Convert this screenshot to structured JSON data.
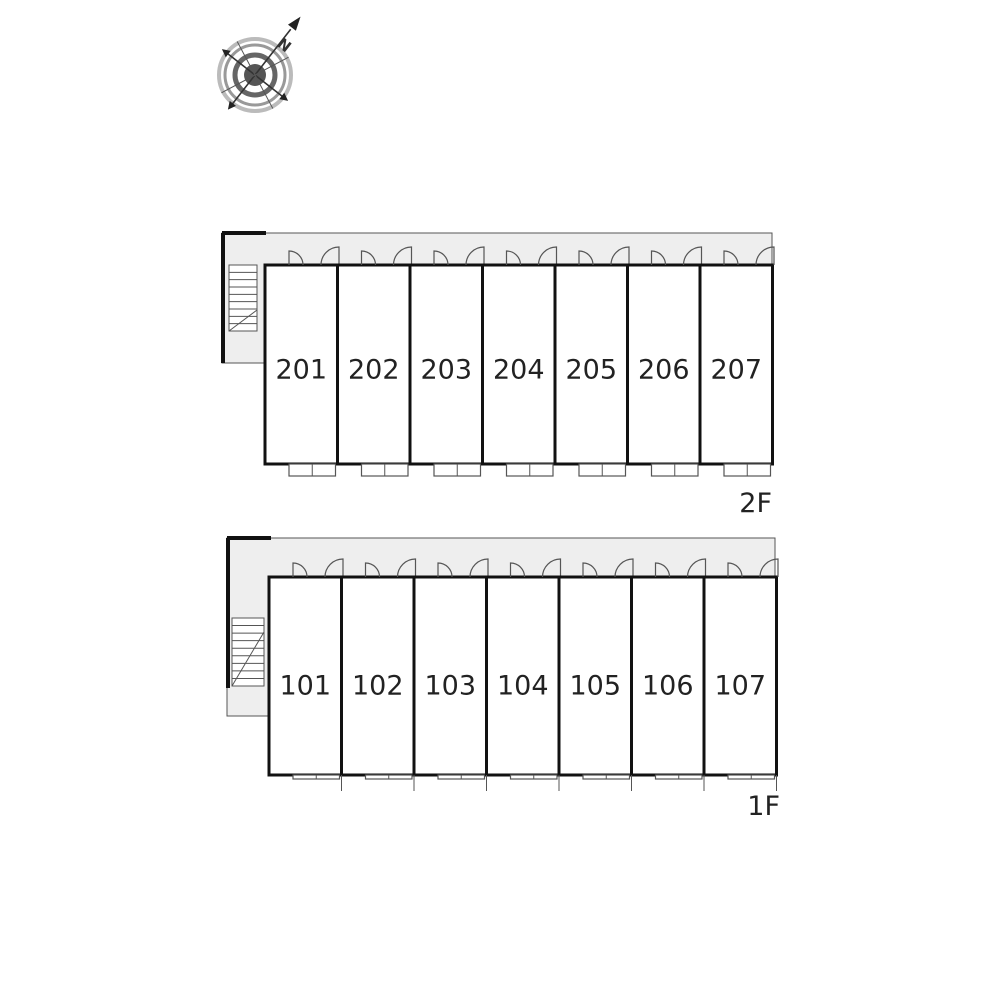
{
  "compass": {
    "north_label": "N",
    "icon": "compass-rose-icon"
  },
  "floors": [
    {
      "label": "2F",
      "units": [
        "201",
        "202",
        "203",
        "204",
        "205",
        "206",
        "207"
      ]
    },
    {
      "label": "1F",
      "units": [
        "101",
        "102",
        "103",
        "104",
        "105",
        "106",
        "107"
      ]
    }
  ],
  "colors": {
    "wall": "#111111",
    "corridor_fill": "#eeeeee",
    "line": "#555555"
  }
}
